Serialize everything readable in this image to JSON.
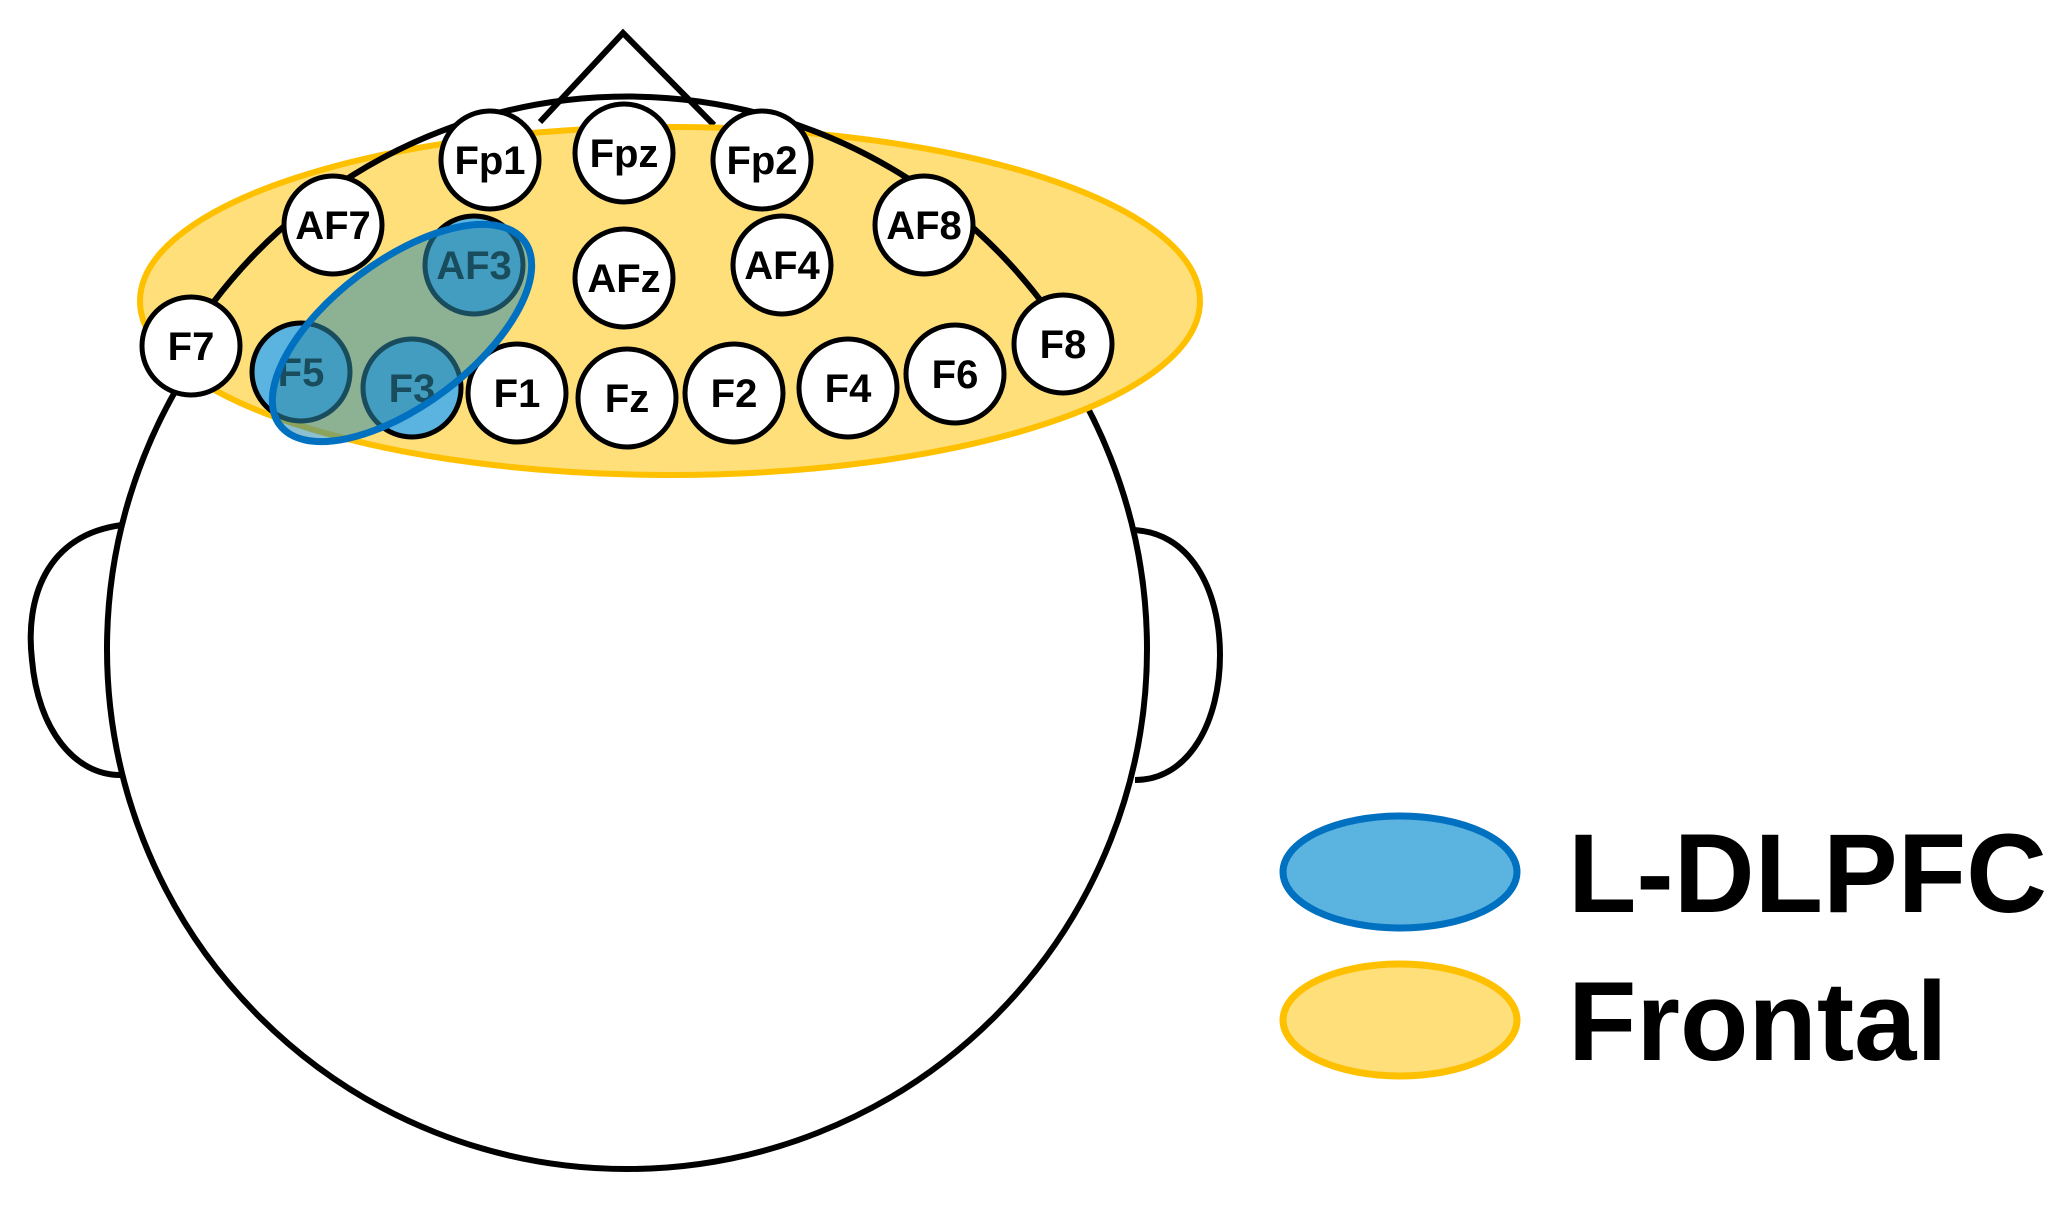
{
  "colors": {
    "frontal_fill": "#FFDF7A",
    "frontal_stroke": "#FFC000",
    "dlpfc_fill": "#5BB3E0",
    "dlpfc_stroke": "#0070C0",
    "overlap_fill": "#6FA796",
    "outline": "#000000",
    "electrode_fill": "#FFFFFF"
  },
  "electrodes": [
    {
      "id": "Fp1",
      "label": "Fp1",
      "region": "frontal"
    },
    {
      "id": "Fpz",
      "label": "Fpz",
      "region": "frontal"
    },
    {
      "id": "Fp2",
      "label": "Fp2",
      "region": "frontal"
    },
    {
      "id": "AF7",
      "label": "AF7",
      "region": "frontal"
    },
    {
      "id": "AF3",
      "label": "AF3",
      "region": "l-dlpfc"
    },
    {
      "id": "AFz",
      "label": "AFz",
      "region": "frontal"
    },
    {
      "id": "AF4",
      "label": "AF4",
      "region": "frontal"
    },
    {
      "id": "AF8",
      "label": "AF8",
      "region": "frontal"
    },
    {
      "id": "F7",
      "label": "F7",
      "region": "frontal"
    },
    {
      "id": "F5",
      "label": "F5",
      "region": "l-dlpfc"
    },
    {
      "id": "F3",
      "label": "F3",
      "region": "l-dlpfc"
    },
    {
      "id": "F1",
      "label": "F1",
      "region": "frontal"
    },
    {
      "id": "Fz",
      "label": "Fz",
      "region": "frontal"
    },
    {
      "id": "F2",
      "label": "F2",
      "region": "frontal"
    },
    {
      "id": "F4",
      "label": "F4",
      "region": "frontal"
    },
    {
      "id": "F6",
      "label": "F6",
      "region": "frontal"
    },
    {
      "id": "F8",
      "label": "F8",
      "region": "frontal"
    }
  ],
  "legend": [
    {
      "key": "l-dlpfc",
      "label": "L-DLPFC",
      "fill": "#5BB3E0",
      "stroke": "#0070C0"
    },
    {
      "key": "frontal",
      "label": "Frontal",
      "fill": "#FFDF7A",
      "stroke": "#FFC000"
    }
  ]
}
